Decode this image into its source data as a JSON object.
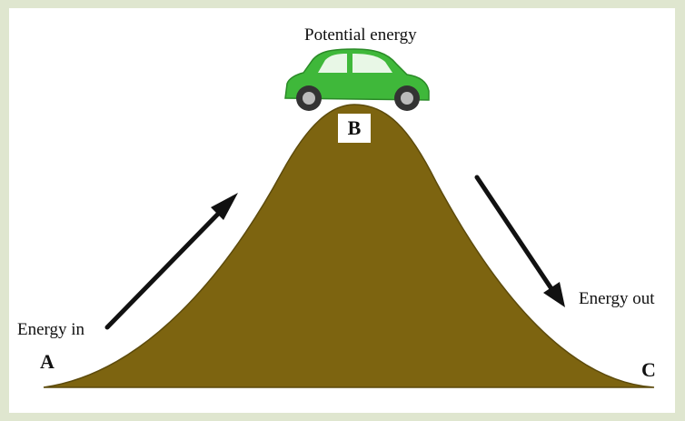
{
  "labels": {
    "title": "Potential energy",
    "energy_in": "Energy in",
    "energy_out": "Energy out",
    "point_a": "A",
    "point_b": "B",
    "point_c": "C"
  },
  "colors": {
    "hill": "#7d6410",
    "car_body": "#3fb83a",
    "border": "#dfe6cf",
    "arrow": "#111111"
  },
  "icons": {
    "vehicle": "car-icon"
  }
}
